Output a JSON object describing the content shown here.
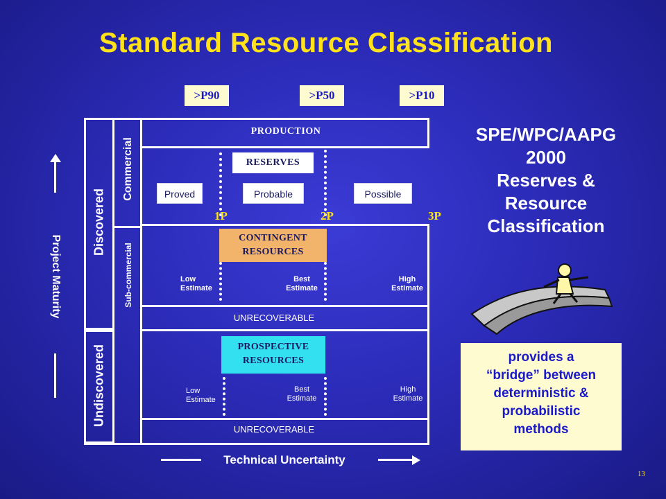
{
  "title": "Standard Resource Classification",
  "probabilities": [
    ">P90",
    ">P50",
    ">P10"
  ],
  "axes": {
    "vertical": "Project Maturity",
    "horizontal": "Technical Uncertainty"
  },
  "groups": {
    "discovered": "Discovered",
    "undiscovered": "Undiscovered",
    "commercial": "Commercial",
    "sub_commercial": "Sub-commercial"
  },
  "rows": {
    "production": "PRODUCTION",
    "reserves": "RESERVES",
    "reserve_categories": [
      "Proved",
      "Probable",
      "Possible"
    ],
    "p_levels": [
      "1P",
      "2P",
      "3P"
    ],
    "contingent": "CONTINGENT RESOURCES",
    "contingent_estimates": [
      "Low Estimate",
      "Best Estimate",
      "High Estimate"
    ],
    "unrecoverable_1": "UNRECOVERABLE",
    "prospective": "PROSPECTIVE RESOURCES",
    "prospective_estimates": [
      "Low Estimate",
      "Best Estimate",
      "High Estimate"
    ],
    "unrecoverable_2": "UNRECOVERABLE"
  },
  "caption": {
    "line1": "SPE/WPC/AAPG",
    "line2": "2000",
    "line3": "Reserves &",
    "line4": "Resource",
    "line5": "Classification"
  },
  "bridge_note": {
    "line1": "provides a",
    "line2": "“bridge” between",
    "line3": "deterministic &",
    "line4": "probabilistic",
    "line5": "methods"
  },
  "page_number": "13",
  "colors": {
    "title": "#ffe21a",
    "contingent": "#f2b36b",
    "prospective": "#33e0f0",
    "note_background": "#fffbd0",
    "note_text": "#1a1ac8"
  }
}
